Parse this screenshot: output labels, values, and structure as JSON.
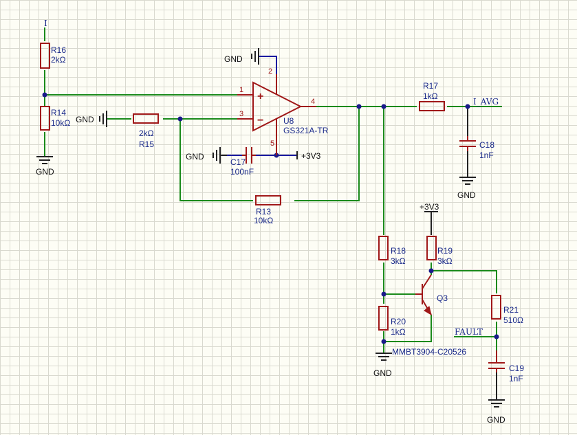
{
  "colors": {
    "background": "#fdfdf5",
    "grid": "#d9d9cf",
    "wire": "#1a8a1a",
    "component": "#a01818",
    "label": "#1a2a8a",
    "junction": "#1a1a8a"
  },
  "nets": {
    "input": "I",
    "output": "I_AVG",
    "fault": "FAULT"
  },
  "power": {
    "gnd": "GND",
    "vcc": "+3V3"
  },
  "opamp": {
    "ref": "U8",
    "part": "GS321A-TR",
    "pin_in_plus": "1",
    "pin_v_plus": "2",
    "pin_in_minus": "3",
    "pin_out": "4",
    "pin_v_minus": "5",
    "plus_sign": "+",
    "minus_sign": "−"
  },
  "transistor": {
    "ref": "Q3",
    "part": "MMBT3904-C20526"
  },
  "resistors": {
    "r16": {
      "ref": "R16",
      "value": "2kΩ"
    },
    "r14": {
      "ref": "R14",
      "value": "10kΩ"
    },
    "r15": {
      "ref": "R15",
      "value": "2kΩ"
    },
    "r13": {
      "ref": "R13",
      "value": "10kΩ"
    },
    "r17": {
      "ref": "R17",
      "value": "1kΩ"
    },
    "r18": {
      "ref": "R18",
      "value": "3kΩ"
    },
    "r19": {
      "ref": "R19",
      "value": "3kΩ"
    },
    "r20": {
      "ref": "R20",
      "value": "1kΩ"
    },
    "r21": {
      "ref": "R21",
      "value": "510Ω"
    }
  },
  "capacitors": {
    "c17": {
      "ref": "C17",
      "value": "100nF"
    },
    "c18": {
      "ref": "C18",
      "value": "1nF"
    },
    "c19": {
      "ref": "C19",
      "value": "1nF"
    }
  }
}
